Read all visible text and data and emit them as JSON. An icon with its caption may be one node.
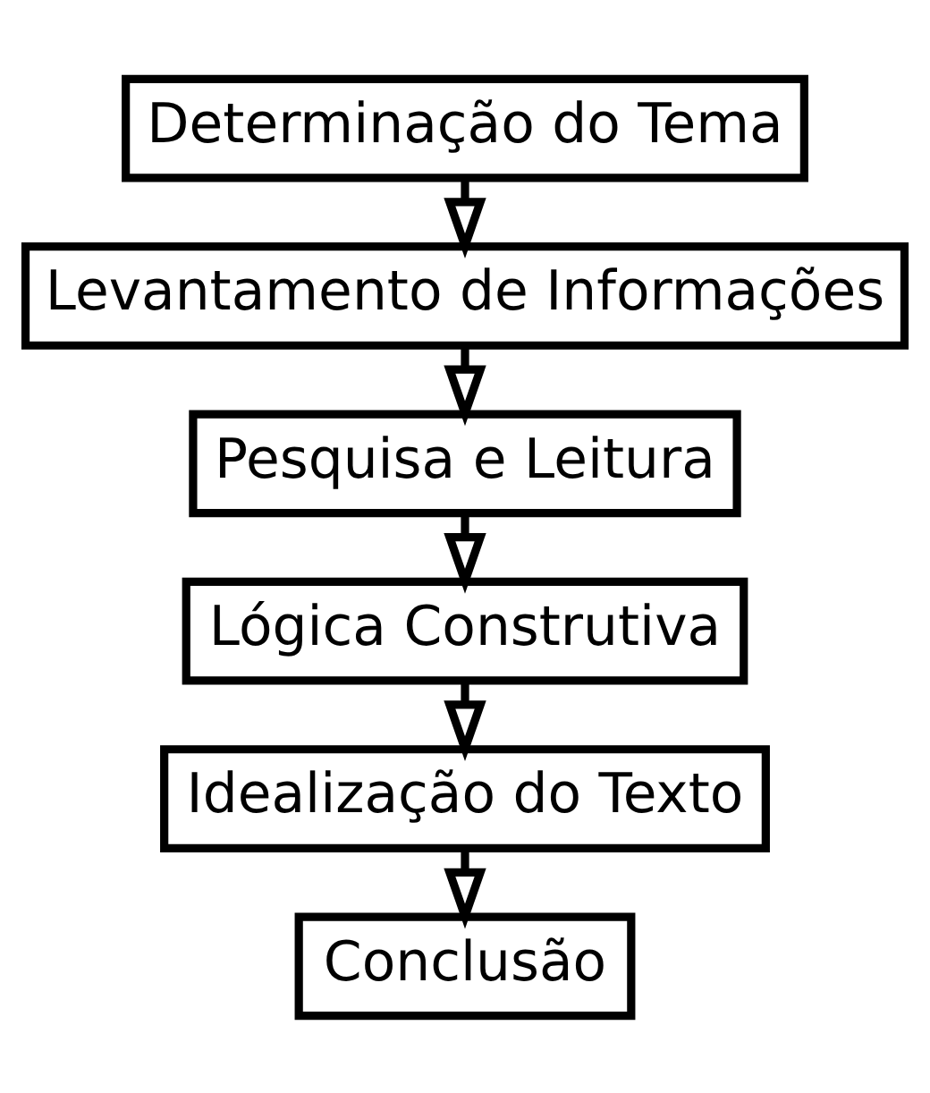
{
  "diagram": {
    "nodes": [
      {
        "text": [
          "Determinação do Tema"
        ]
      },
      {
        "text": [
          "Levantamento de Informações"
        ]
      },
      {
        "text": [
          "Pesquisa e Leitura"
        ]
      },
      {
        "text": [
          "Lógica Construtiva"
        ]
      },
      {
        "text": [
          "Idealização do Texto"
        ]
      },
      {
        "text": [
          "Conclusão"
        ]
      }
    ],
    "edges": [
      {
        "from": 0,
        "to": 1,
        "arrow": "to"
      },
      {
        "from": 1,
        "to": 2,
        "arrow": "to"
      },
      {
        "from": 2,
        "to": 3,
        "arrow": "to"
      },
      {
        "from": 3,
        "to": 4,
        "arrow": "to"
      },
      {
        "from": 4,
        "to": 5,
        "arrow": "to"
      }
    ]
  }
}
